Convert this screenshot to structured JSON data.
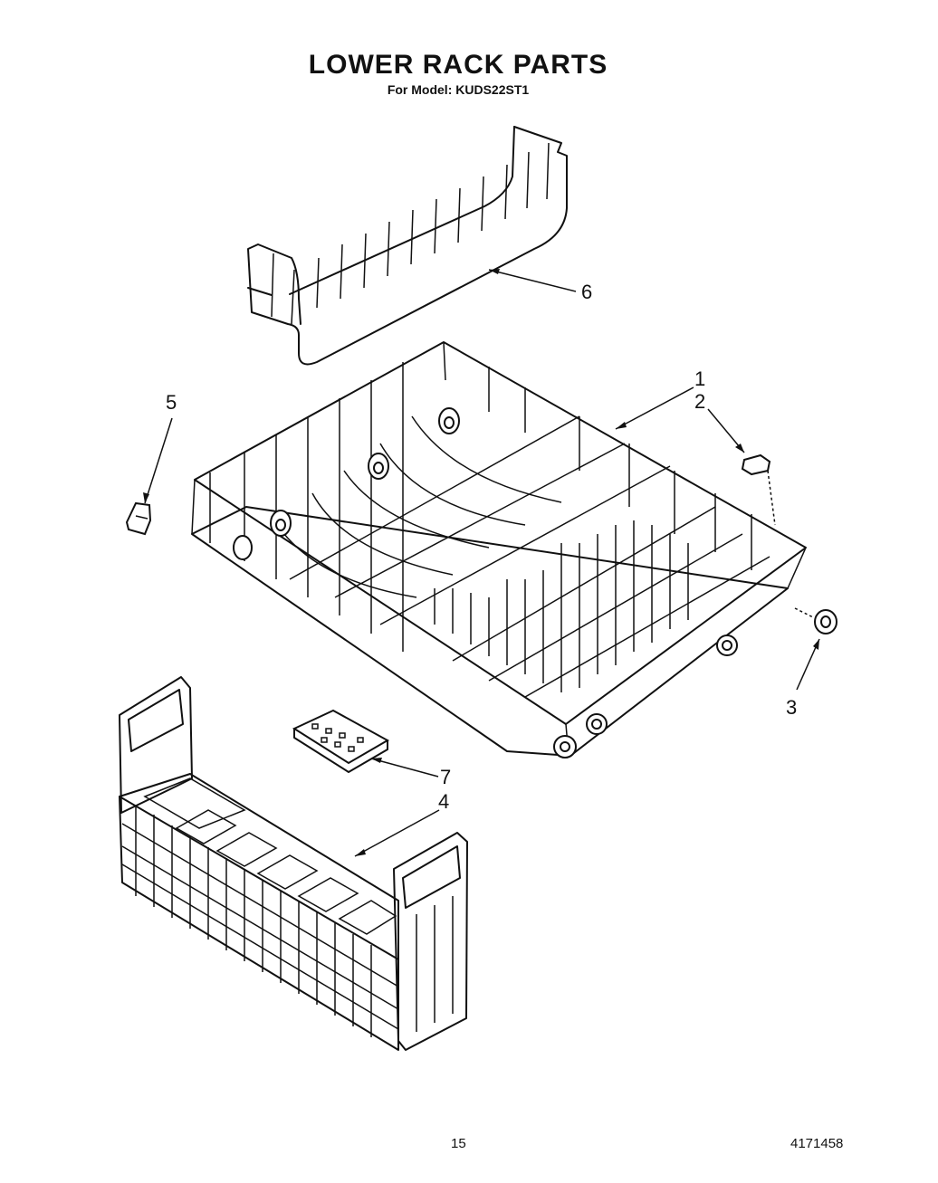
{
  "title": "LOWER RACK PARTS",
  "subtitle": "For Model: KUDS22ST1",
  "callouts": [
    {
      "id": "1",
      "label": "1"
    },
    {
      "id": "2",
      "label": "2"
    },
    {
      "id": "3",
      "label": "3"
    },
    {
      "id": "4",
      "label": "4"
    },
    {
      "id": "5",
      "label": "5"
    },
    {
      "id": "6",
      "label": "6"
    },
    {
      "id": "7",
      "label": "7"
    }
  ],
  "footer": {
    "page_number": "15",
    "document_number": "4171458"
  }
}
